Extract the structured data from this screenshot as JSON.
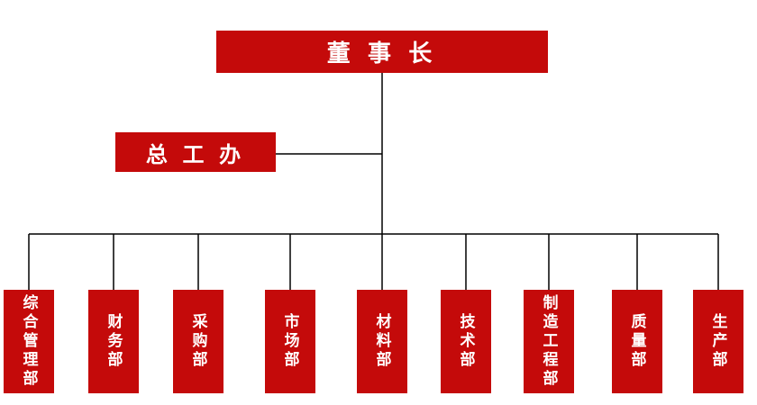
{
  "org": {
    "root": "董 事 长",
    "staff": "总 工 办",
    "departments": [
      "综合管理部",
      "财务部",
      "采购部",
      "市场部",
      "材料部",
      "技术部",
      "制造工程部",
      "质量部",
      "生产部"
    ]
  },
  "colors": {
    "box": "#c40a0a",
    "text": "#ffffff",
    "line": "#000000"
  }
}
